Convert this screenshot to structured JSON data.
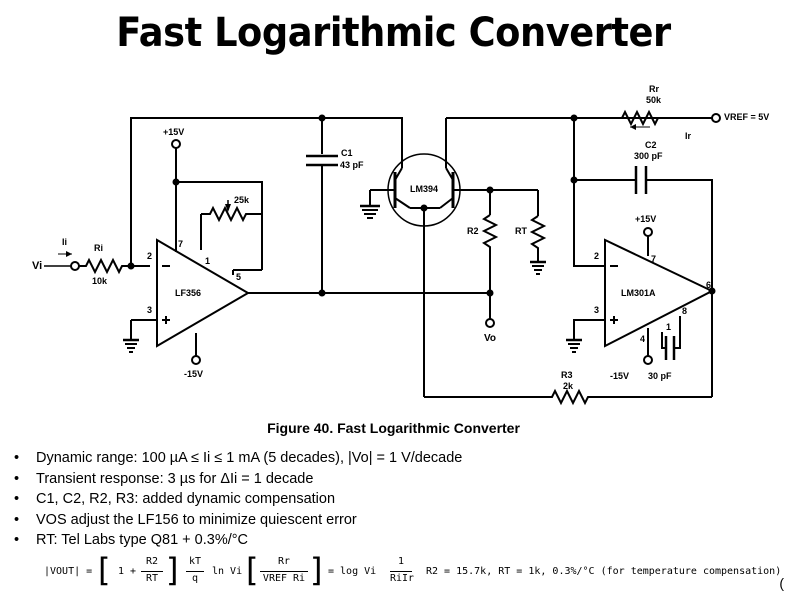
{
  "title": "Fast Logarithmic Converter",
  "schematic": {
    "vin_label": "Vi",
    "ii_label": "Ii",
    "ri_label": "Ri",
    "ri_value": "10k",
    "opamp1_name": "LF356",
    "opamp1_vplus": "+15V",
    "opamp1_vminus": "-15V",
    "pot_value": "25k",
    "pin2": "2",
    "pin3": "3",
    "pin7": "7",
    "pin1": "1",
    "pin5": "5",
    "pin4": "4",
    "pin6": "6",
    "pin8": "8",
    "c1_name": "C1",
    "c1_value": "43 pF",
    "transistor_name": "LM394",
    "r2_name": "R2",
    "rt_name": "RT",
    "vo_label": "Vo",
    "rr_name": "Rr",
    "rr_value": "50k",
    "vref_label": "VREF = 5V",
    "ir_label": "Ir",
    "c2_name": "C2",
    "c2_value": "300 pF",
    "opamp2_name": "LM301A",
    "opamp2_vplus": "+15V",
    "opamp2_vminus": "-15V",
    "comp_cap": "30 pF",
    "r3_name": "R3",
    "r3_value": "2k"
  },
  "caption": "Figure 40.  Fast Logarithmic Converter",
  "notes": [
    "Dynamic range: 100 µA ≤ Ii ≤ 1 mA (5 decades), |Vo| = 1 V/decade",
    "Transient response: 3 µs for ΔIi = 1 decade",
    "C1, C2, R2, R3: added dynamic compensation",
    "VOS adjust the LF156 to minimize quiescent error",
    "RT: Tel Labs type Q81 + 0.3%/°C"
  ],
  "bullet_char": "•",
  "formula": {
    "lhs": "|VOUT| =",
    "one_plus": "1 +",
    "r2": "R2",
    "rt": "RT",
    "kt": "kT",
    "q": "q",
    "ln_vi": "ln Vi",
    "rr": "Rr",
    "vref_ri": "VREF Ri",
    "eq_log": "= log Vi",
    "one": "1",
    "ri_ir": "RiIr",
    "constants": "R2 = 15.7k, RT = 1k, 0.3%/°C (for temperature compensation)"
  },
  "edge_mark": "("
}
